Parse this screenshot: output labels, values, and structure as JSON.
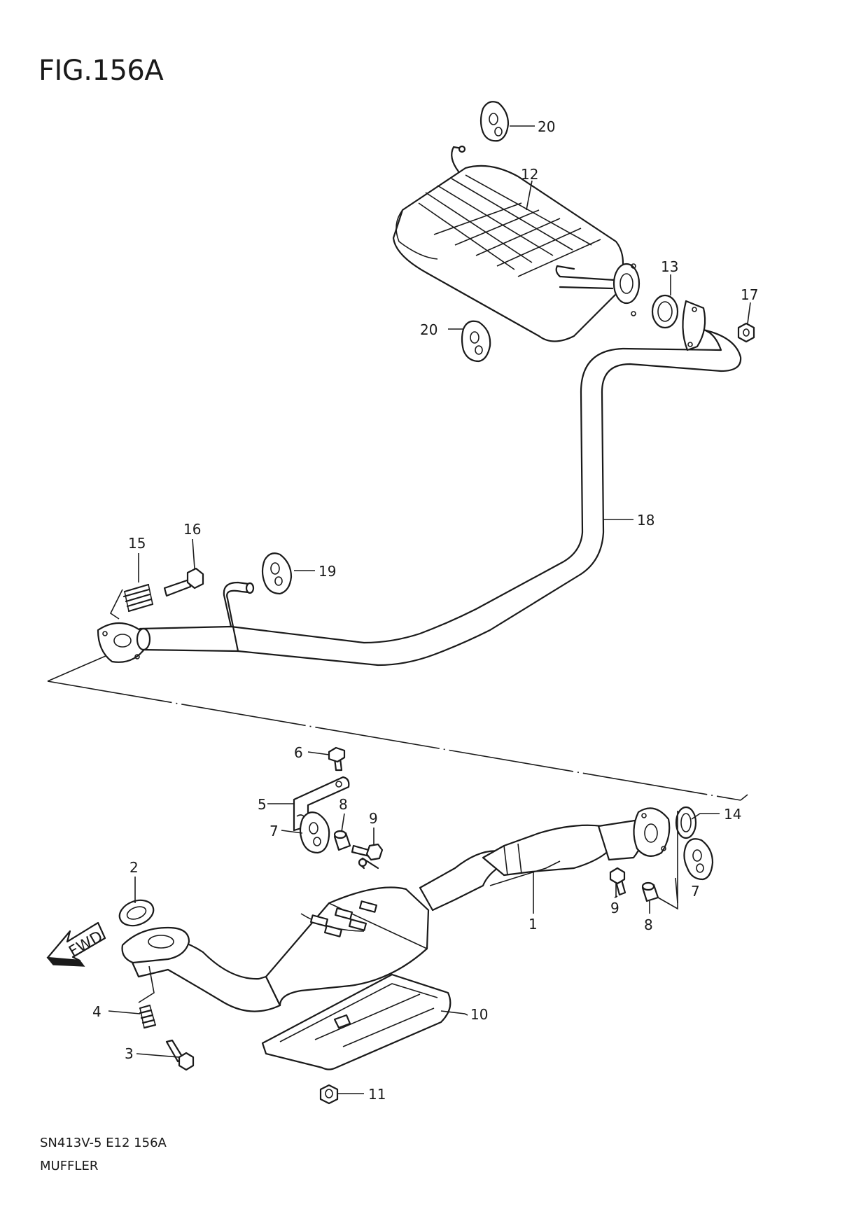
{
  "figure": {
    "title": "FIG.156A"
  },
  "footer": {
    "code": "SN413V-5 E12 156A",
    "name": "MUFFLER"
  },
  "fwd_label": "FWD",
  "callouts": {
    "c1": "1",
    "c2": "2",
    "c3": "3",
    "c4": "4",
    "c5": "5",
    "c6": "6",
    "c7a": "7",
    "c7b": "7",
    "c8a": "8",
    "c8b": "8",
    "c9a": "9",
    "c9b": "9",
    "c10": "10",
    "c11": "11",
    "c12": "12",
    "c13": "13",
    "c14": "14",
    "c15": "15",
    "c16": "16",
    "c17": "17",
    "c18": "18",
    "c19": "19",
    "c20a": "20",
    "c20b": "20"
  }
}
